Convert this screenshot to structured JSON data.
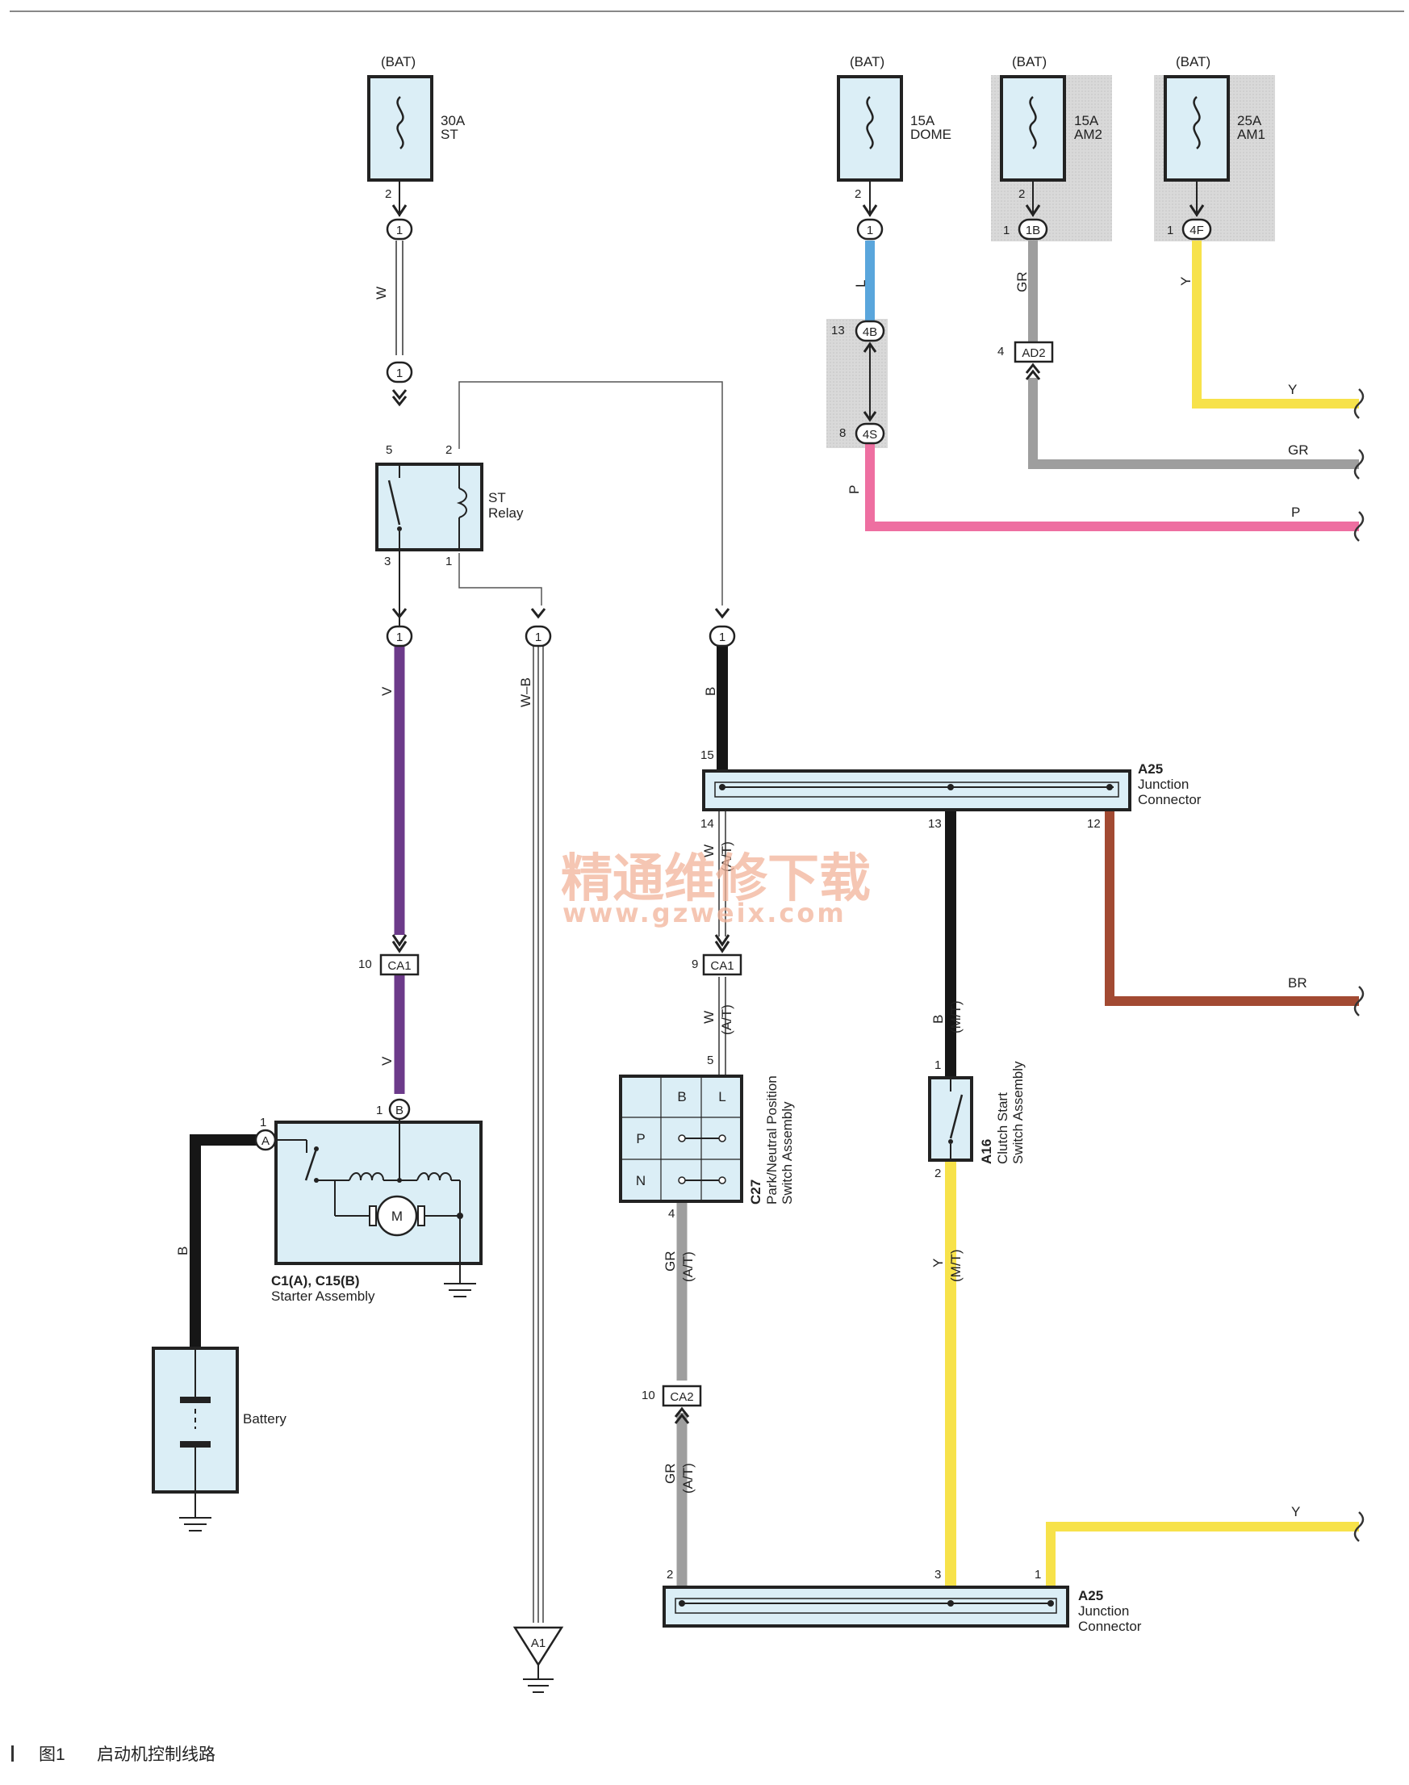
{
  "fuses": [
    {
      "id": "fuse-st",
      "supply": "(BAT)",
      "rating": "30A",
      "name": "ST",
      "pin": "2"
    },
    {
      "id": "fuse-dome",
      "supply": "(BAT)",
      "rating": "15A",
      "name": "DOME",
      "pin": "2"
    },
    {
      "id": "fuse-am2",
      "supply": "(BAT)",
      "rating": "15A",
      "name": "AM2",
      "pin": "2"
    },
    {
      "id": "fuse-am1",
      "supply": "(BAT)",
      "rating": "25A",
      "name": "AM1",
      "pin": ""
    }
  ],
  "connectors": {
    "c1": "1",
    "c1b": "1",
    "c1c": "1",
    "c1d": "1",
    "c1e": "1",
    "c1f": "1",
    "b1b": "1B",
    "b4f": "4F",
    "b4b": "4B",
    "b4s": "4S",
    "bad2": "AD2",
    "ca1a": "CA1",
    "ca1b": "CA1",
    "ca2": "CA2",
    "pB": "B",
    "pA": "A",
    "a1": "A1"
  },
  "pins": {
    "am2_1": "1",
    "am1_1": "1",
    "b4b_13": "13",
    "b4s_8": "8",
    "ad2_4": "4",
    "relay_5": "5",
    "relay_2": "2",
    "relay_3": "3",
    "relay_1": "1",
    "a25t_15": "15",
    "a25t_14": "14",
    "a25t_13": "13",
    "a25t_12": "12",
    "ca1a_10": "10",
    "ca1b_9": "9",
    "c27_5": "5",
    "c27_4": "4",
    "a16_1": "1",
    "a16_2": "2",
    "start_1a": "1",
    "start_1b": "1",
    "ca2_10": "10",
    "a25b_2": "2",
    "a25b_3": "3",
    "a25b_1": "1"
  },
  "wires": {
    "w": "W",
    "l": "L",
    "p": "P",
    "gr1": "GR",
    "y1": "Y",
    "v1": "V",
    "v2": "V",
    "wb": "W–B",
    "b1": "B",
    "w2": "W",
    "at1": "(A/T)",
    "w3": "W",
    "at2": "(A/T)",
    "b2": "B",
    "mt1": "(M/T)",
    "y2": "Y",
    "mt2": "(M/T)",
    "gr2": "GR",
    "at3": "(A/T)",
    "gr3": "GR",
    "at4": "(A/T)",
    "b3": "B",
    "end_y": "Y",
    "end_gr": "GR",
    "end_p": "P",
    "end_br": "BR",
    "end_y2": "Y"
  },
  "components": {
    "st_relay": [
      "ST",
      "Relay"
    ],
    "a25_top": [
      "A25",
      "Junction",
      "Connector"
    ],
    "a25_bottom": [
      "A25",
      "Junction",
      "Connector"
    ],
    "starter": [
      "C1(A), C15(B)",
      "Starter Assembly"
    ],
    "battery": "Battery",
    "c27": [
      "C27",
      "Park/Neutral Position",
      "Switch Assembly"
    ],
    "c27_cols": [
      "B",
      "L"
    ],
    "c27_rows": [
      "P",
      "N"
    ],
    "a16": [
      "A16",
      "Clutch Start",
      "Switch Assembly"
    ],
    "motor": "M"
  },
  "watermark": {
    "line1": "精通维修下载",
    "line2": "www.gzweix.com"
  },
  "caption": {
    "fig": "图1",
    "text": "启动机控制线路"
  },
  "colors": {
    "purple": "#6c3a8a",
    "blue": "#5aa6dc",
    "pink": "#ee6fa1",
    "gray": "#9e9e9e",
    "yellow": "#f7e24a",
    "brown": "#a24a32",
    "black": "#161616",
    "box": "#dbeef6"
  }
}
